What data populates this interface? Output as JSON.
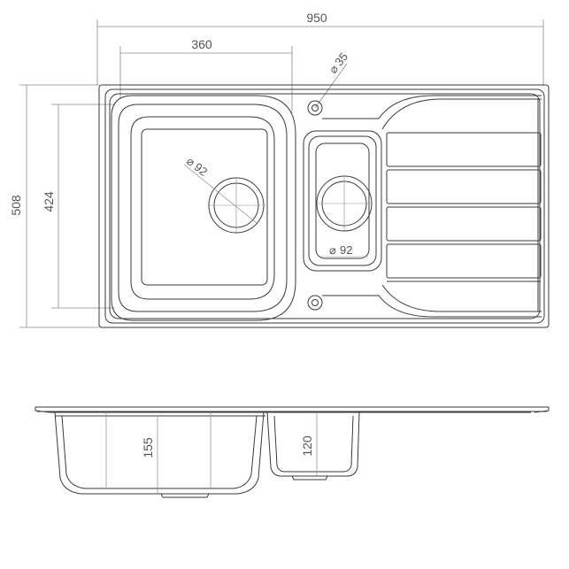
{
  "dimensions": {
    "overall_width": "950",
    "main_bowl_width": "360",
    "overall_depth": "508",
    "bowl_depth": "424",
    "tap_hole_diameter": "35",
    "main_waste_diameter": "92",
    "small_waste_diameter": "92",
    "main_bowl_height": "155",
    "small_bowl_height": "120"
  },
  "colors": {
    "line": "#3a3a3a",
    "dimension": "#8a8a8a",
    "text": "#555555"
  }
}
